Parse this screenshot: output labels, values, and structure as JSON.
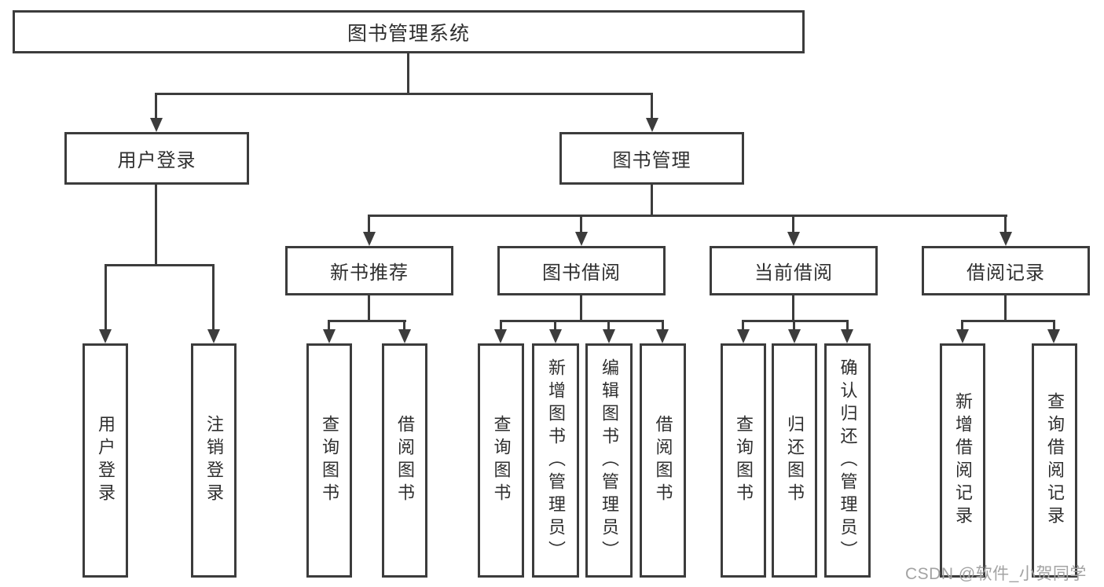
{
  "tree": {
    "root": {
      "label": "图书管理系统"
    },
    "branches": [
      {
        "label": "用户登录",
        "children": [
          {
            "label": "用户登录"
          },
          {
            "label": "注销登录"
          }
        ]
      },
      {
        "label": "图书管理",
        "groups": [
          {
            "label": "新书推荐",
            "children": [
              {
                "label": "查询图书"
              },
              {
                "label": "借阅图书"
              }
            ]
          },
          {
            "label": "图书借阅",
            "children": [
              {
                "label": "查询图书"
              },
              {
                "label": "新增图书（管理员）"
              },
              {
                "label": "编辑图书（管理员）"
              },
              {
                "label": "借阅图书"
              }
            ]
          },
          {
            "label": "当前借阅",
            "children": [
              {
                "label": "查询图书"
              },
              {
                "label": "归还图书"
              },
              {
                "label": "确认归还（管理员）"
              }
            ]
          },
          {
            "label": "借阅记录",
            "children": [
              {
                "label": "新增借阅记录"
              },
              {
                "label": "查询借阅记录"
              }
            ]
          }
        ]
      }
    ]
  },
  "watermark": {
    "text": "CSDN @软件_小贺同学"
  },
  "colors": {
    "line": "#3c3c3c",
    "text": "#2f2f2f",
    "watermark": "#a3a3a3",
    "background": "#ffffff"
  }
}
